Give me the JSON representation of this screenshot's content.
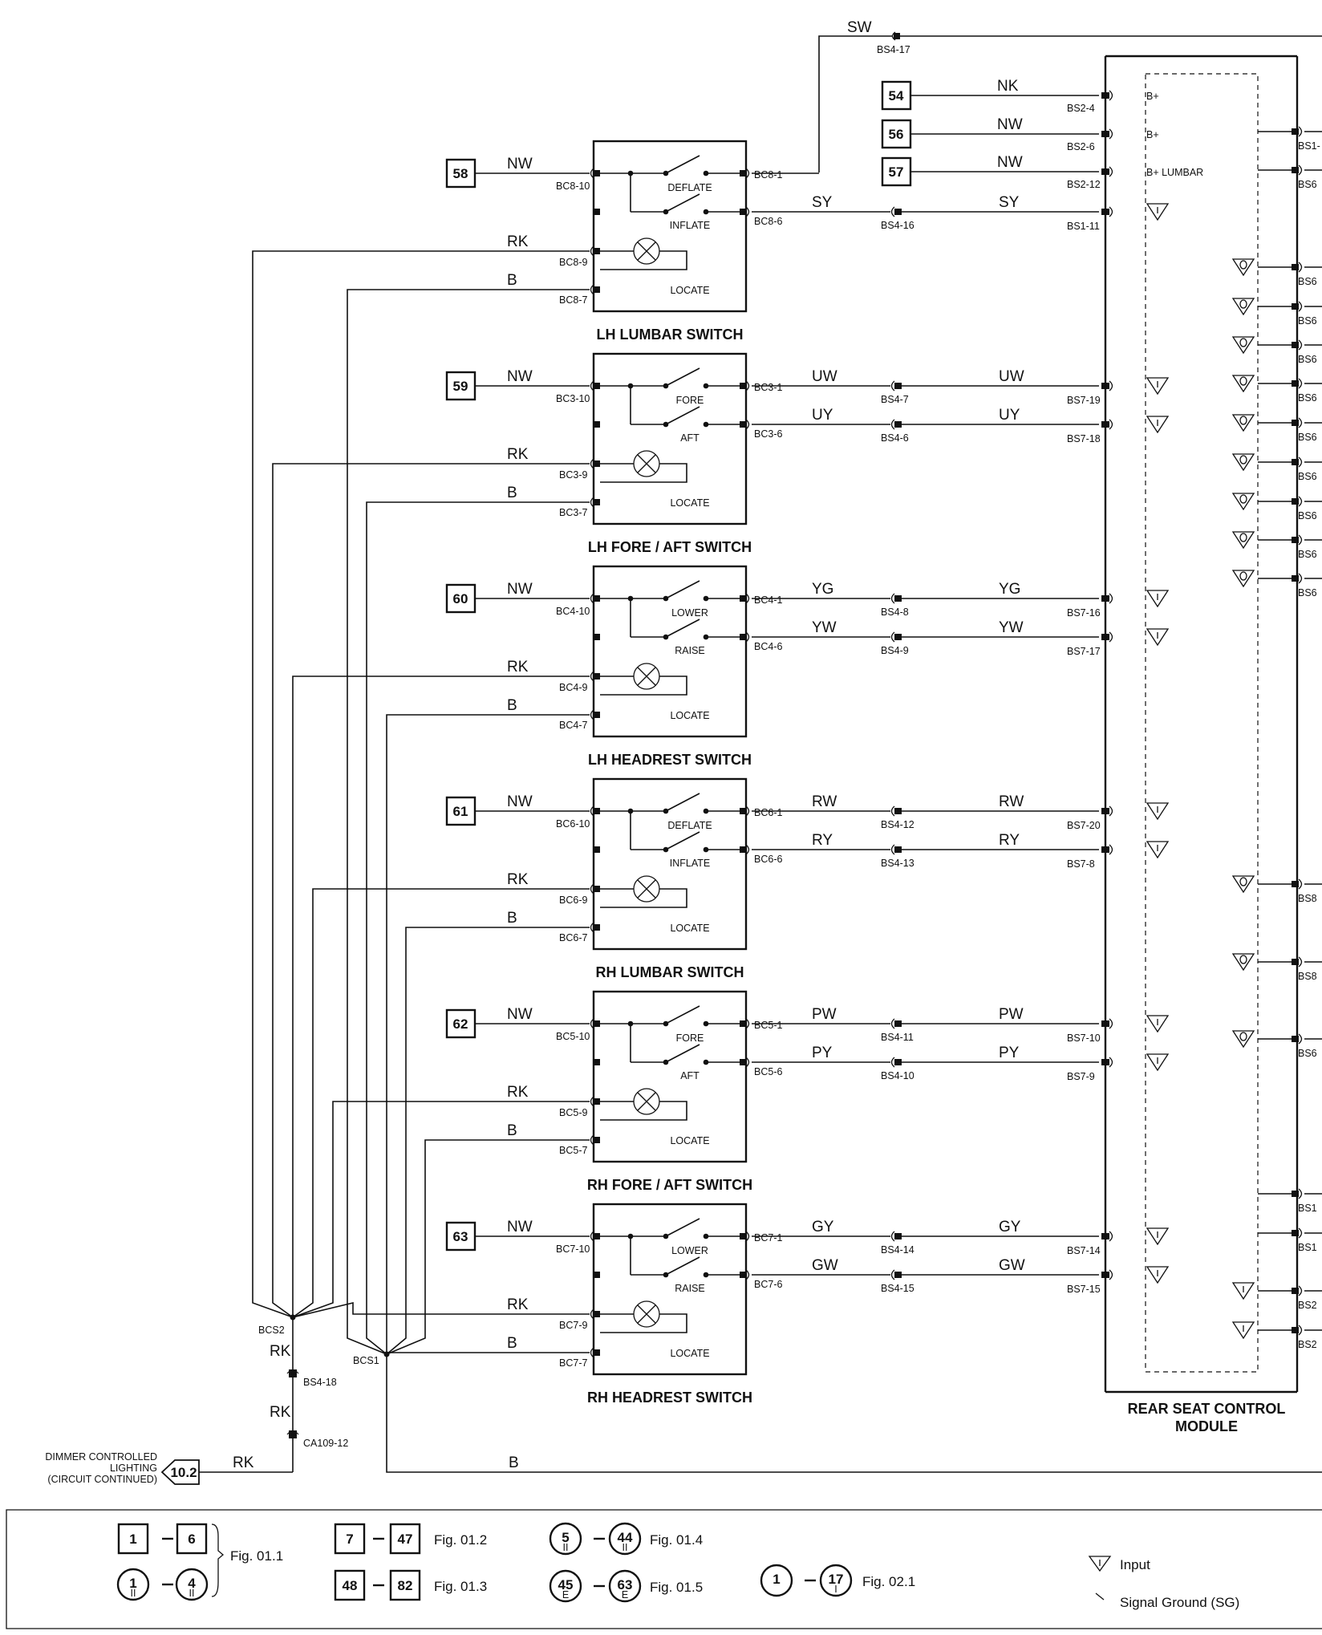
{
  "module": {
    "title_line1": "REAR SEAT CONTROL",
    "title_line2": "MODULE"
  },
  "top_feed": {
    "color": "SW",
    "connector": "BS4-17"
  },
  "supplies": [
    {
      "ref": "54",
      "color": "NK",
      "pin": "BS2-4",
      "label": "B+"
    },
    {
      "ref": "56",
      "color": "NW",
      "pin": "BS2-6",
      "label": "B+"
    },
    {
      "ref": "57",
      "color": "NW",
      "pin": "BS2-12",
      "label": "B+ LUMBAR"
    }
  ],
  "switches": [
    {
      "title": "LH LUMBAR SWITCH",
      "ref": "58",
      "feed_color": "NW",
      "feed_pin": "BC8-10",
      "pos1": "DEFLATE",
      "pos2": "INFLATE",
      "out1_pin": "BC8-1",
      "out2_pin": "BC8-6",
      "lamp_pin": "BC8-9",
      "gnd_pin": "BC8-7",
      "lamp_color": "RK",
      "gnd_color": "B",
      "locate": "LOCATE",
      "out2_color": "SY",
      "out2_inline": "BS4-16",
      "out2_module_pin": "BS1-11"
    },
    {
      "title": "LH FORE / AFT SWITCH",
      "ref": "59",
      "feed_color": "NW",
      "feed_pin": "BC3-10",
      "pos1": "FORE",
      "pos2": "AFT",
      "out1_pin": "BC3-1",
      "out2_pin": "BC3-6",
      "lamp_pin": "BC3-9",
      "gnd_pin": "BC3-7",
      "lamp_color": "RK",
      "gnd_color": "B",
      "locate": "LOCATE",
      "out1_color": "UW",
      "out1_inline": "BS4-7",
      "out1_module_pin": "BS7-19",
      "out2_color": "UY",
      "out2_inline": "BS4-6",
      "out2_module_pin": "BS7-18"
    },
    {
      "title": "LH HEADREST SWITCH",
      "ref": "60",
      "feed_color": "NW",
      "feed_pin": "BC4-10",
      "pos1": "LOWER",
      "pos2": "RAISE",
      "out1_pin": "BC4-1",
      "out2_pin": "BC4-6",
      "lamp_pin": "BC4-9",
      "gnd_pin": "BC4-7",
      "lamp_color": "RK",
      "gnd_color": "B",
      "locate": "LOCATE",
      "out1_color": "YG",
      "out1_inline": "BS4-8",
      "out1_module_pin": "BS7-16",
      "out2_color": "YW",
      "out2_inline": "BS4-9",
      "out2_module_pin": "BS7-17"
    },
    {
      "title": "RH LUMBAR SWITCH",
      "ref": "61",
      "feed_color": "NW",
      "feed_pin": "BC6-10",
      "pos1": "DEFLATE",
      "pos2": "INFLATE",
      "out1_pin": "BC6-1",
      "out2_pin": "BC6-6",
      "lamp_pin": "BC6-9",
      "gnd_pin": "BC6-7",
      "lamp_color": "RK",
      "gnd_color": "B",
      "locate": "LOCATE",
      "out1_color": "RW",
      "out1_inline": "BS4-12",
      "out1_module_pin": "BS7-20",
      "out2_color": "RY",
      "out2_inline": "BS4-13",
      "out2_module_pin": "BS7-8"
    },
    {
      "title": "RH FORE / AFT SWITCH",
      "ref": "62",
      "feed_color": "NW",
      "feed_pin": "BC5-10",
      "pos1": "FORE",
      "pos2": "AFT",
      "out1_pin": "BC5-1",
      "out2_pin": "BC5-6",
      "lamp_pin": "BC5-9",
      "gnd_pin": "BC5-7",
      "lamp_color": "RK",
      "gnd_color": "B",
      "locate": "LOCATE",
      "out1_color": "PW",
      "out1_inline": "BS4-11",
      "out1_module_pin": "BS7-10",
      "out2_color": "PY",
      "out2_inline": "BS4-10",
      "out2_module_pin": "BS7-9"
    },
    {
      "title": "RH HEADREST SWITCH",
      "ref": "63",
      "feed_color": "NW",
      "feed_pin": "BC7-10",
      "pos1": "LOWER",
      "pos2": "RAISE",
      "out1_pin": "BC7-1",
      "out2_pin": "BC7-6",
      "lamp_pin": "BC7-9",
      "gnd_pin": "BC7-7",
      "lamp_color": "RK",
      "gnd_color": "B",
      "locate": "LOCATE",
      "out1_color": "GY",
      "out1_inline": "BS4-14",
      "out1_module_pin": "BS7-14",
      "out2_color": "GW",
      "out2_inline": "BS4-15",
      "out2_module_pin": "BS7-15"
    }
  ],
  "right_pins": [
    "BS1-",
    "BS6",
    "BS6",
    "BS6",
    "BS6",
    "BS6",
    "BS6",
    "BS6",
    "BS6",
    "BS6",
    "BS6",
    "BS8",
    "BS8",
    "BS6",
    "BS1",
    "BS1",
    "BS2",
    "BS2"
  ],
  "splices": {
    "bcs2": "BCS2",
    "bcs1": "BCS1",
    "rk1": "RK",
    "rk2": "RK",
    "rk3": "RK",
    "b_bottom": "B",
    "bs4_18": "BS4-18",
    "ca109": "CA109-12",
    "dimmer_line1": "DIMMER CONTROLLED",
    "dimmer_line2": "LIGHTING",
    "dimmer_line3": "(CIRCUIT CONTINUED)",
    "dimmer_ref": "10.2"
  },
  "legend": {
    "items": [
      {
        "a": "1",
        "b": "6",
        "a2": "1",
        "a2sub": "II",
        "b2": "4",
        "b2sub": "II",
        "fig": "Fig. 01.1"
      },
      {
        "a": "7",
        "b": "47",
        "fig": "Fig. 01.2"
      },
      {
        "a": "48",
        "b": "82",
        "fig": "Fig. 01.3"
      },
      {
        "a": "5",
        "asub": "II",
        "b": "44",
        "bsub": "II",
        "fig": "Fig. 01.4"
      },
      {
        "a": "45",
        "asub": "E",
        "b": "63",
        "bsub": "E",
        "fig": "Fig. 01.5"
      },
      {
        "a": "1",
        "b": "17",
        "bsub": "I",
        "fig": "Fig. 02.1"
      }
    ],
    "input_label": "Input",
    "sg_label": "Signal Ground (SG)"
  }
}
